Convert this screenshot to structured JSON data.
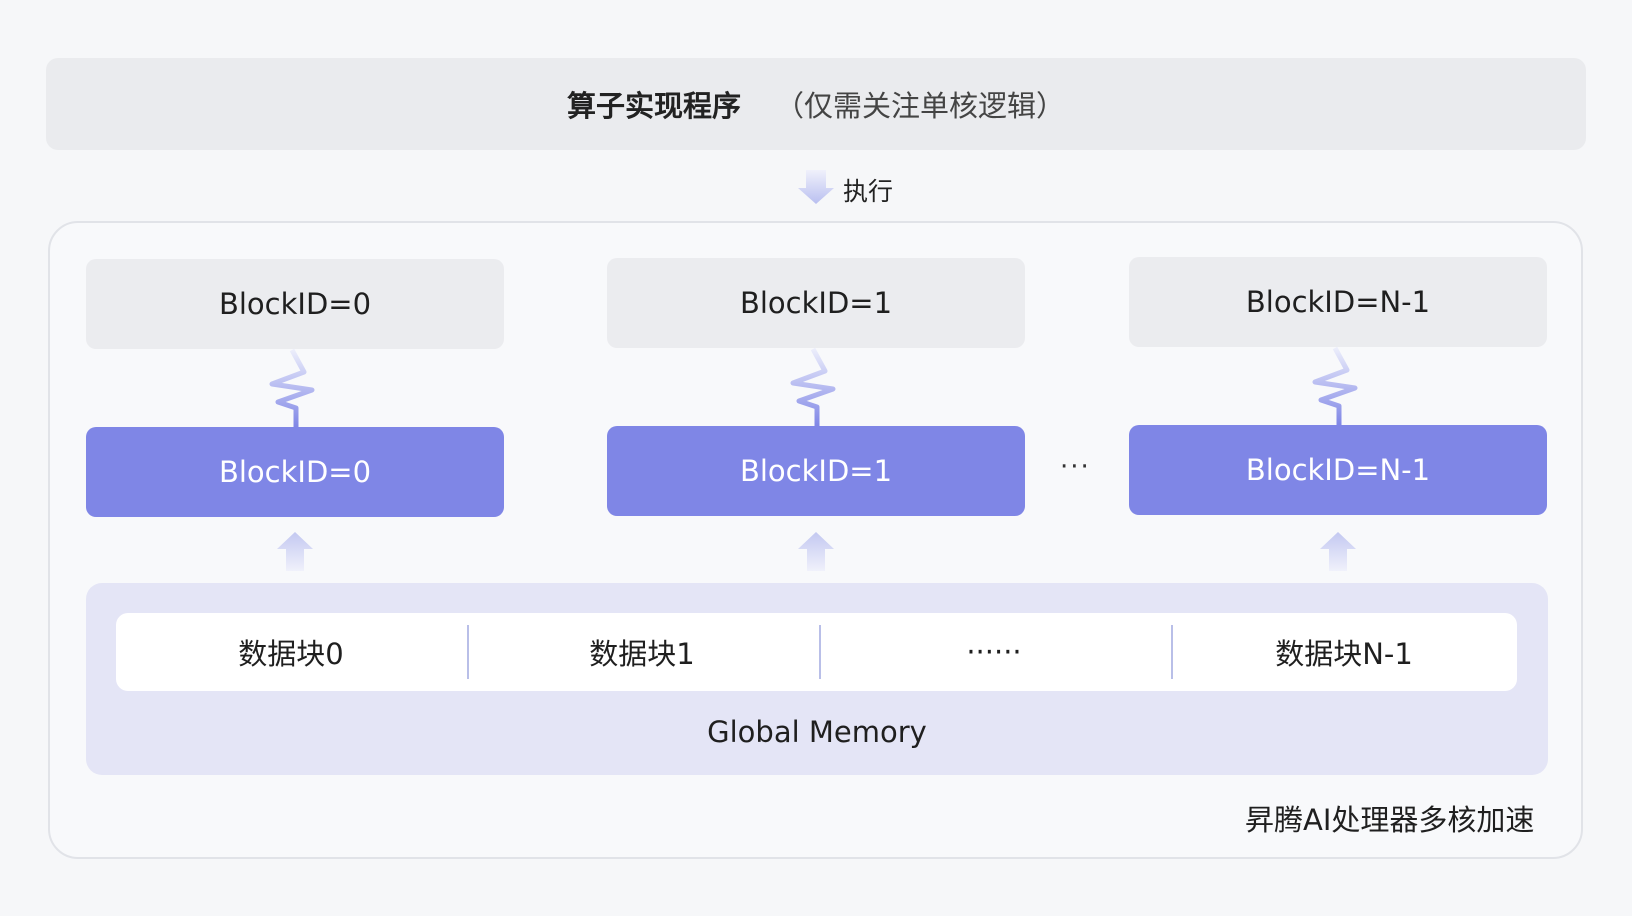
{
  "top": {
    "title": "算子实现程序",
    "subtitle": "（仅需关注单核逻辑）"
  },
  "exec_label": "执行",
  "blocks": [
    {
      "program_label": "BlockID=0",
      "core_label": "BlockID=0"
    },
    {
      "program_label": "BlockID=1",
      "core_label": "BlockID=1"
    },
    {
      "program_label": "BlockID=N-1",
      "core_label": "BlockID=N-1"
    }
  ],
  "core_ellipsis": "···",
  "global_memory": {
    "label": "Global Memory",
    "chunks": [
      "数据块0",
      "数据块1",
      "······",
      "数据块N-1"
    ]
  },
  "footer_label": "昇腾AI处理器多核加速",
  "colors": {
    "core_blue": "#7f86e6",
    "arrow_gradient": "#c7ccf3",
    "gm_background": "#e4e5f6"
  },
  "icons": [
    "down-arrow-icon",
    "lightning-link-icon",
    "up-arrow-icon"
  ]
}
